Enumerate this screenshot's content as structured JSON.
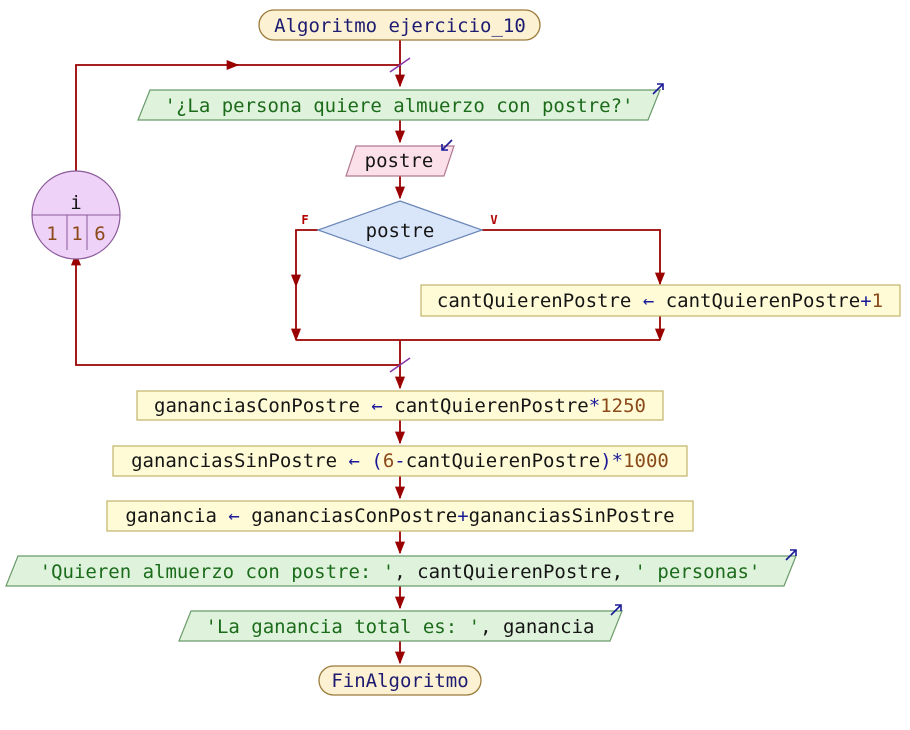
{
  "diagram": {
    "start_label": "Algoritmo ejercicio_10",
    "end_label": "FinAlgoritmo",
    "loop": {
      "variable": "i",
      "start": "1",
      "step": "1",
      "end": "6"
    },
    "output_prompt": "'¿La persona quiere almuerzo con postre?'",
    "input_var": "postre",
    "decision": {
      "condition": "postre",
      "false_label": "F",
      "true_label": "V"
    },
    "true_assign": {
      "target": "cantQuierenPostre",
      "arrow": "←",
      "expr_var": "cantQuierenPostre",
      "expr_op": "+",
      "expr_num": "1"
    },
    "assign1": {
      "target": "gananciasConPostre",
      "arrow": "←",
      "var": "cantQuierenPostre",
      "op": "*",
      "num": "1250"
    },
    "assign2": {
      "target": "gananciasSinPostre",
      "arrow": "←",
      "open": "(",
      "num1": "6",
      "op1": "-",
      "var": "cantQuierenPostre",
      "close": ")",
      "op2": "*",
      "num2": "1000"
    },
    "assign3": {
      "target": "ganancia",
      "arrow": "←",
      "var1": "gananciasConPostre",
      "op": "+",
      "var2": "gananciasSinPostre"
    },
    "output2": {
      "str1": "'Quieren almuerzo con postre: '",
      "sep1": ",",
      "var": "cantQuierenPostre",
      "sep2": ",",
      "str2": "' personas'"
    },
    "output3": {
      "str": "'La ganancia total es: '",
      "sep": ",",
      "var": "ganancia"
    }
  },
  "colors": {
    "line": "#9a0000",
    "terminal_fill": "#fdf1d3",
    "terminal_stroke": "#9a7a3a",
    "io_fill": "#dff3dc",
    "io_stroke": "#6a9a6a",
    "input_fill": "#fbe0ea",
    "input_stroke": "#b07890",
    "decision_fill": "#d9e6f9",
    "decision_stroke": "#6a86b8",
    "process_fill": "#fffbd6",
    "process_stroke": "#c2b36a",
    "loop_fill": "#efd2f7",
    "loop_stroke": "#8a5a9a",
    "keyword": "#1c1c70",
    "string": "#1b6b1b",
    "number": "#8a4a1a",
    "operator": "#1a1a99"
  }
}
